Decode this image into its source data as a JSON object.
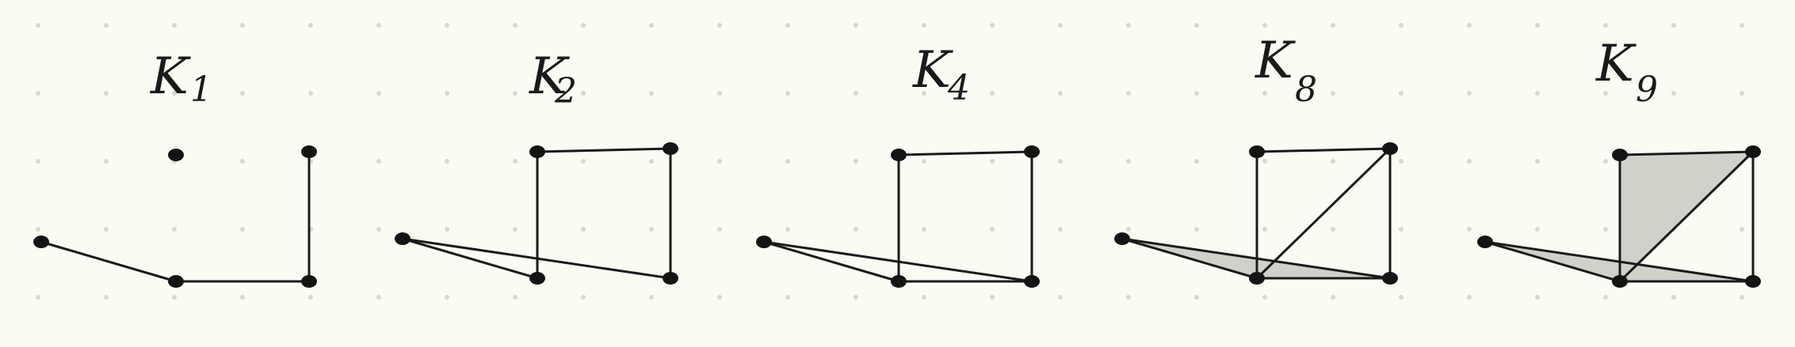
{
  "colors": {
    "background": "#fbfaf3",
    "ink": "#1a1a1a",
    "face_fill": "#cfd2c9",
    "grid_dot": "#d8d8d2"
  },
  "complexes": [
    {
      "label": "K",
      "subscript": "1",
      "vertices": [
        "a",
        "b",
        "c",
        "d",
        "e"
      ],
      "edges": [
        [
          "a",
          "b"
        ],
        [
          "b",
          "c"
        ],
        [
          "c",
          "d"
        ]
      ],
      "faces": []
    },
    {
      "label": "K",
      "subscript": "2",
      "vertices": [
        "a",
        "b",
        "c",
        "d",
        "e"
      ],
      "edges": [
        [
          "a",
          "b"
        ],
        [
          "b",
          "c"
        ],
        [
          "c",
          "d"
        ],
        [
          "d",
          "e"
        ],
        [
          "e",
          "a"
        ]
      ],
      "faces": []
    },
    {
      "label": "K",
      "subscript": "4",
      "vertices": [
        "a",
        "b",
        "c",
        "d",
        "e"
      ],
      "edges": [
        [
          "a",
          "b"
        ],
        [
          "b",
          "c"
        ],
        [
          "c",
          "d"
        ],
        [
          "d",
          "e"
        ],
        [
          "e",
          "a"
        ],
        [
          "b",
          "e"
        ]
      ],
      "faces": []
    },
    {
      "label": "K",
      "subscript": "8",
      "vertices": [
        "a",
        "b",
        "c",
        "d",
        "e"
      ],
      "edges": [
        [
          "a",
          "b"
        ],
        [
          "b",
          "c"
        ],
        [
          "c",
          "d"
        ],
        [
          "d",
          "e"
        ],
        [
          "e",
          "a"
        ],
        [
          "b",
          "e"
        ],
        [
          "b",
          "d"
        ]
      ],
      "faces": [
        [
          "a",
          "b",
          "e"
        ]
      ]
    },
    {
      "label": "K",
      "subscript": "9",
      "vertices": [
        "a",
        "b",
        "c",
        "d",
        "e"
      ],
      "edges": [
        [
          "a",
          "b"
        ],
        [
          "b",
          "c"
        ],
        [
          "c",
          "d"
        ],
        [
          "d",
          "e"
        ],
        [
          "e",
          "a"
        ],
        [
          "b",
          "e"
        ],
        [
          "b",
          "d"
        ]
      ],
      "faces": [
        [
          "a",
          "b",
          "e"
        ],
        [
          "b",
          "c",
          "d"
        ]
      ]
    }
  ]
}
